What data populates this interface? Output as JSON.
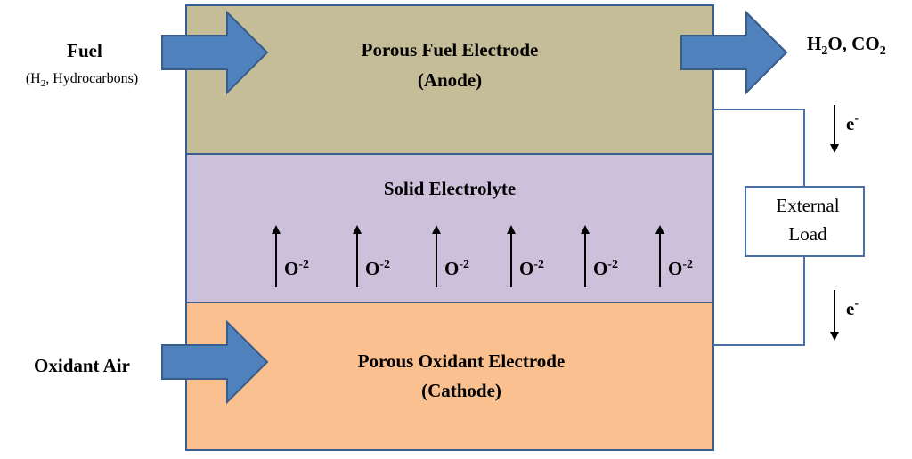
{
  "colors": {
    "anode": "#c4bd97",
    "electrolyte": "#ccc0da",
    "cathode": "#fac090",
    "arrow_fill": "#4f81bd",
    "arrow_stroke": "#385d8a",
    "wire": "#4a6fa5"
  },
  "fuel": {
    "label": "Fuel",
    "detail_open": "(H",
    "detail_sub": "2",
    "detail_close": ", Hydrocarbons)"
  },
  "anode": {
    "line1": "Porous Fuel Electrode",
    "line2": "(Anode)"
  },
  "exhaust": {
    "h": "H",
    "h_sub": "2",
    "mid": "O, CO",
    "co_sub": "2"
  },
  "electrolyte": {
    "title": "Solid Electrolyte",
    "ion_base": "O",
    "ion_charge": "-2",
    "ion_count": 6
  },
  "electron": {
    "base": "e",
    "charge": "-"
  },
  "load": {
    "line1": "External",
    "line2": "Load"
  },
  "oxidant": {
    "label": "Oxidant Air"
  },
  "cathode": {
    "line1": "Porous Oxidant Electrode",
    "line2": "(Cathode)"
  }
}
